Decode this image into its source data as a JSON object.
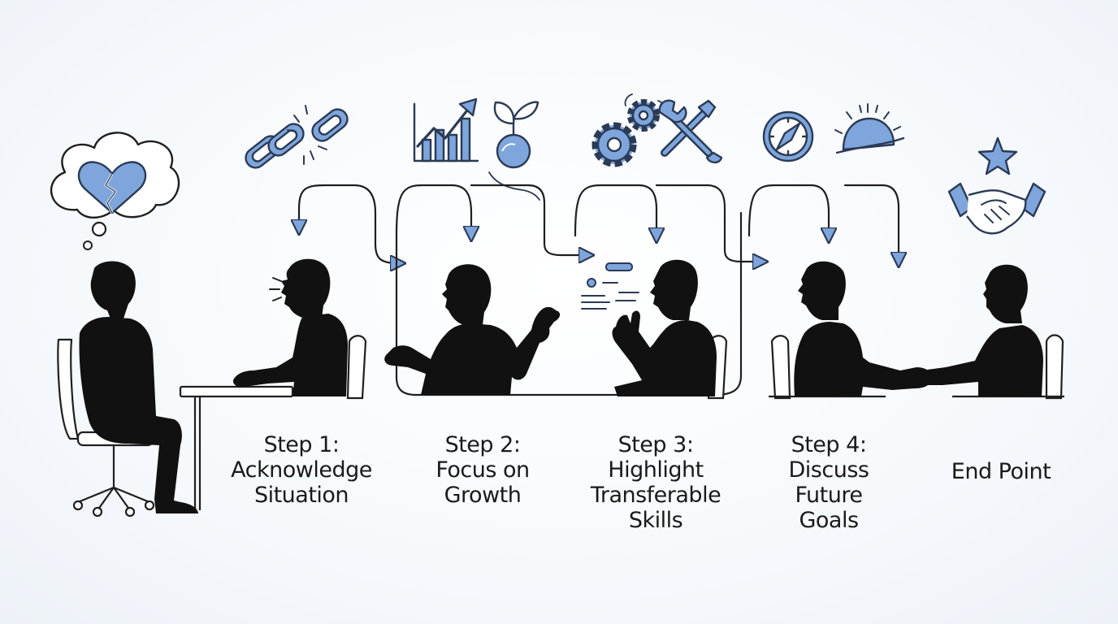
{
  "colors": {
    "ink": "#111111",
    "accent": "#7ea6dc",
    "accent_dark": "#2b3a55",
    "line": "#1f1f1f"
  },
  "icons": {
    "bubble": "broken-heart-icon",
    "step1": "broken-chain-icon",
    "step2": [
      "growth-chart-icon",
      "sprout-icon"
    ],
    "step3": [
      "gears-icon",
      "tools-icon"
    ],
    "step4": [
      "compass-icon",
      "sunrise-icon"
    ],
    "end": [
      "star-icon",
      "handshake-icon"
    ]
  },
  "steps": [
    {
      "title": "Step 1:",
      "lines": [
        "Acknowledge",
        "Situation"
      ]
    },
    {
      "title": "Step 2:",
      "lines": [
        "Focus on",
        "Growth"
      ]
    },
    {
      "title": "Step 3:",
      "lines": [
        "Highlight",
        "Transferable",
        "Skills"
      ]
    },
    {
      "title": "Step 4:",
      "lines": [
        "Discuss",
        "Future",
        "Goals"
      ]
    },
    {
      "title": "",
      "lines": [
        "End Point"
      ]
    }
  ]
}
